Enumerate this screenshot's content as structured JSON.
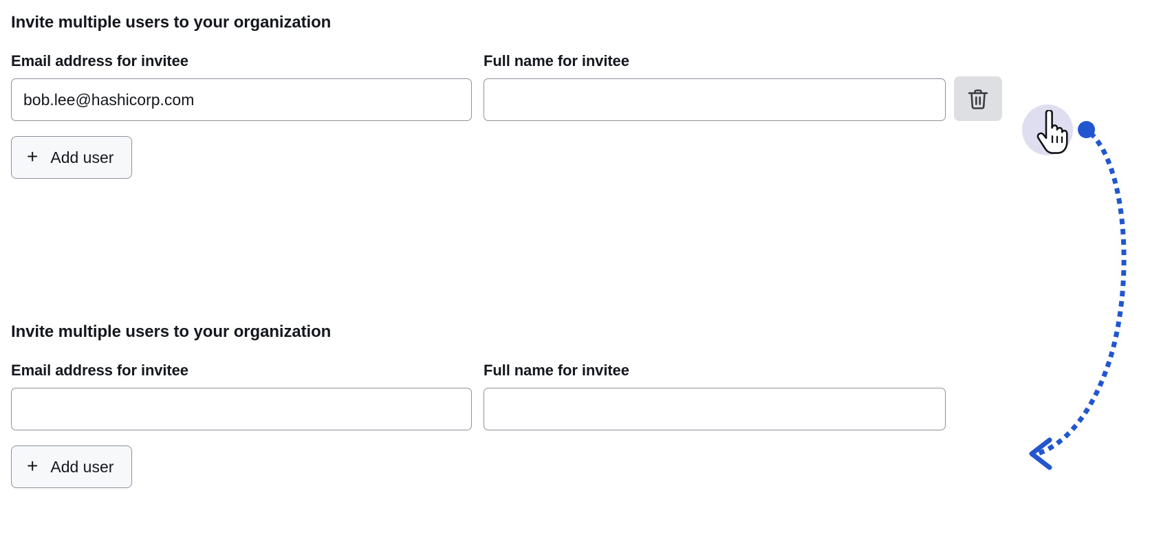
{
  "colors": {
    "accent_blue": "#2255d0",
    "text": "#14171d",
    "input_border": "#8c919c",
    "button_bg": "#f7f8fa",
    "delete_button_bg": "#dedfe3",
    "cursor_halo": "#d9d8ef"
  },
  "sections": [
    {
      "heading": "Invite multiple users to your organization",
      "email_label": "Email address for invitee",
      "email_value": "bob.lee@hashicorp.com",
      "email_placeholder": "",
      "name_label": "Full name for invitee",
      "name_value": "",
      "name_placeholder": "",
      "add_user_label": "Add user",
      "plus_glyph": "+",
      "has_delete_button": true,
      "delete_icon": "trash-icon"
    },
    {
      "heading": "Invite multiple users to your organization",
      "email_label": "Email address for invitee",
      "email_value": "",
      "email_placeholder": "",
      "name_label": "Full name for invitee",
      "name_value": "",
      "name_placeholder": "",
      "add_user_label": "Add user",
      "plus_glyph": "+",
      "has_delete_button": false,
      "delete_icon": ""
    }
  ],
  "annotation": {
    "cursor_icon": "hand-pointer-cursor",
    "click_marker": "click-dot",
    "arrow_icon": "curved-dotted-arrow",
    "arrow_direction": "from-delete-button-to-second-form"
  }
}
